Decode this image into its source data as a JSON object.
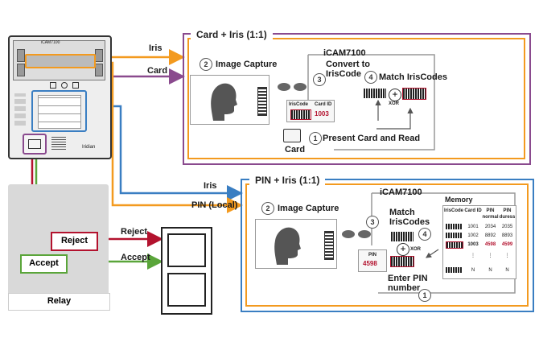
{
  "device": {
    "brand_label": "iCAM7100",
    "footer_logo": "Iridian"
  },
  "flows": {
    "iris_top": "Iris",
    "card_top": "Card",
    "iris_bottom": "Iris",
    "pin_local": "PIN (Local)",
    "reject": "Reject",
    "accept": "Accept"
  },
  "card_box": {
    "title": "Card + Iris (1:1)",
    "device_label": "iCAM7100",
    "step_image_capture": "Image Capture",
    "step_convert": "Convert to\nIrisCode",
    "step_match": "Match IrisCodes",
    "iriscode_header": "IrisCode",
    "card_id_header": "Card ID",
    "card_id_value": "1003",
    "xor_label": "XOR",
    "card_label": "Card",
    "step_present": "Present Card and Read",
    "steps": [
      "1",
      "2",
      "3",
      "4"
    ]
  },
  "pin_box": {
    "title": "PIN + Iris (1:1)",
    "device_label": "iCAM7100",
    "step_image_capture": "Image Capture",
    "step_match": "Match\nIrisCodes",
    "xor_label": "XOR",
    "pin_label": "PIN",
    "pin_value": "4598",
    "enter_pin": "Enter PIN\nnumber",
    "memory_title": "Memory",
    "memory_headers": [
      "IrisCode",
      "Card ID",
      "PIN normal",
      "PIN duress"
    ],
    "memory_rows": [
      [
        "",
        "1001",
        "2034",
        "2035"
      ],
      [
        "",
        "1002",
        "8892",
        "8893"
      ],
      [
        "",
        "1003",
        "4598",
        "4599"
      ],
      [
        "",
        "⋮",
        "⋮",
        "⋮"
      ],
      [
        "",
        "N",
        "N",
        "N"
      ]
    ],
    "steps": [
      "1",
      "2",
      "3",
      "4"
    ]
  },
  "relay": {
    "reject_label": "Reject",
    "accept_label": "Accept",
    "relay_label": "Relay"
  },
  "colors": {
    "orange": "#f39a1f",
    "purple": "#8a4a8e",
    "blue": "#3a7ec2",
    "red": "#b3122e",
    "green": "#5aa53a",
    "gray": "#d9d9d9"
  }
}
